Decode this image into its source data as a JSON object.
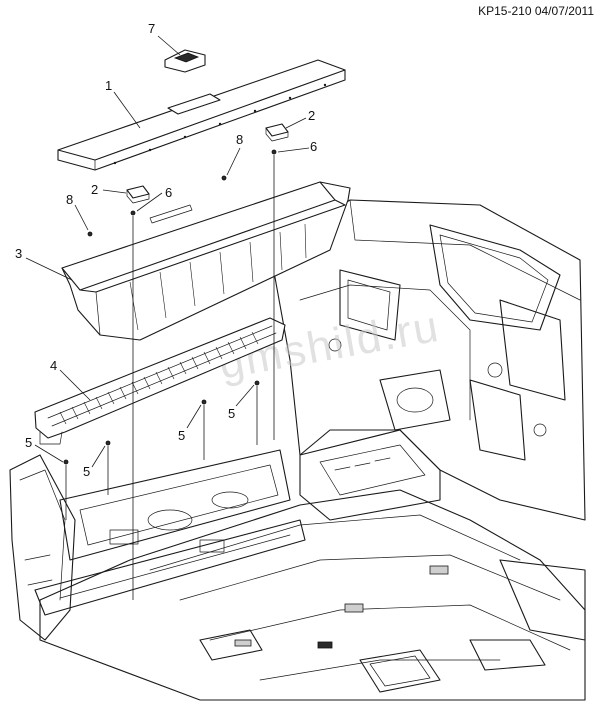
{
  "document": {
    "reference": "KP15-210 04/07/2011"
  },
  "watermark": {
    "text": "gmshild.ru"
  },
  "callouts": [
    {
      "id": "c1",
      "label": "1"
    },
    {
      "id": "c2a",
      "label": "2"
    },
    {
      "id": "c2b",
      "label": "2"
    },
    {
      "id": "c3",
      "label": "3"
    },
    {
      "id": "c4",
      "label": "4"
    },
    {
      "id": "c5a",
      "label": "5"
    },
    {
      "id": "c5b",
      "label": "5"
    },
    {
      "id": "c5c",
      "label": "5"
    },
    {
      "id": "c5d",
      "label": "5"
    },
    {
      "id": "c6a",
      "label": "6"
    },
    {
      "id": "c6b",
      "label": "6"
    },
    {
      "id": "c7",
      "label": "7"
    },
    {
      "id": "c8a",
      "label": "8"
    },
    {
      "id": "c8b",
      "label": "8"
    }
  ]
}
